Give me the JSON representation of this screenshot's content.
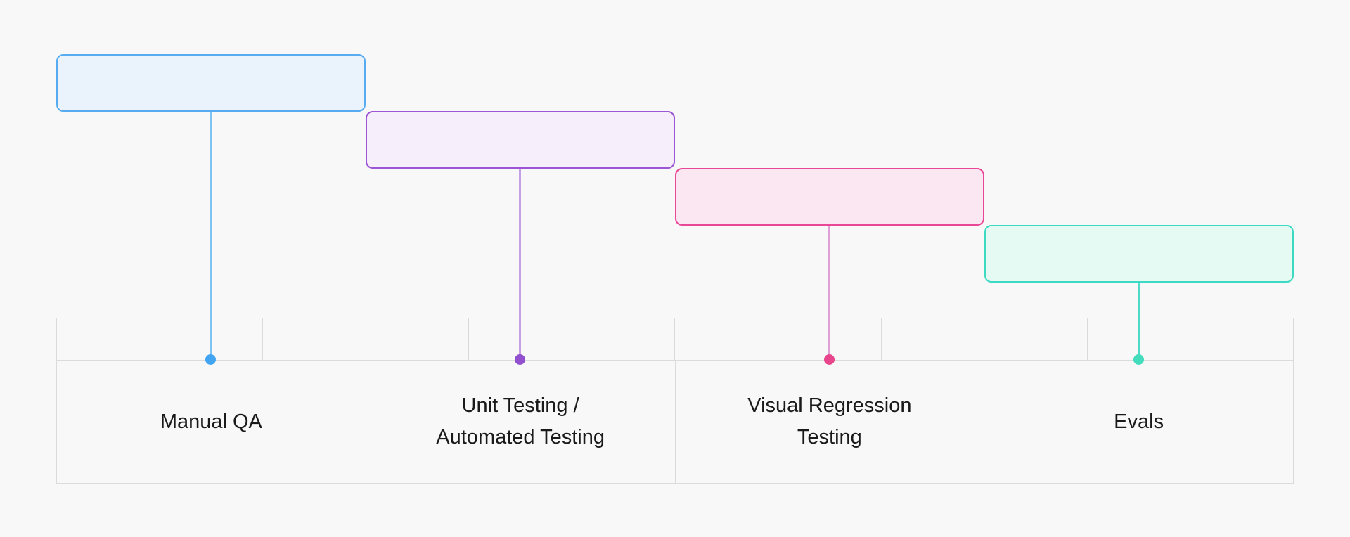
{
  "colors": {
    "background": "#f8f8f8",
    "grid": "#dbdbdb",
    "text": "#1a1a1a"
  },
  "stages": [
    {
      "label": "Manual QA",
      "lines": [
        "Manual QA"
      ],
      "colors": {
        "border": "#57abf0",
        "fill": "#eaf2fc",
        "line": "#7fc3f4",
        "dot": "#43a5f1"
      }
    },
    {
      "label": "Unit Testing / Automated Testing",
      "lines": [
        "Unit Testing /",
        "Automated Testing"
      ],
      "colors": {
        "border": "#9c55d4",
        "fill": "#f6eefa",
        "line": "#c79fe5",
        "dot": "#9150ce"
      }
    },
    {
      "label": "Visual Regression Testing",
      "lines": [
        "Visual Regression",
        "Testing"
      ],
      "colors": {
        "border": "#e94896",
        "fill": "#fbe7f1",
        "line": "#dfa0d5",
        "dot": "#e8468c"
      }
    },
    {
      "label": "Evals",
      "lines": [
        "Evals"
      ],
      "colors": {
        "border": "#3cdac2",
        "fill": "#e6faf4",
        "line": "#4bdbc7",
        "dot": "#43dcbd"
      }
    }
  ],
  "timeline": {
    "tick_count": 12,
    "columns_per_stage": 3
  }
}
